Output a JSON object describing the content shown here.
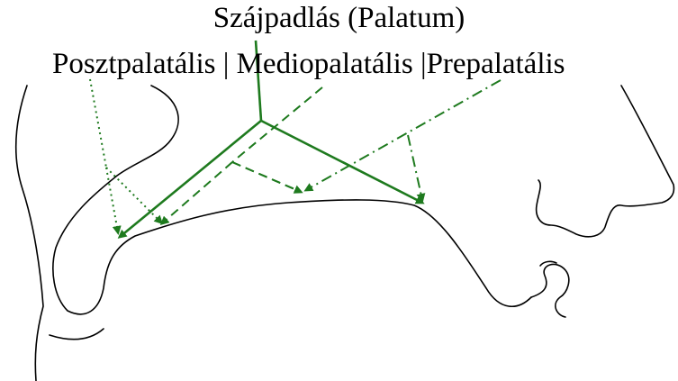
{
  "diagram": {
    "title": "Szájpadlás (Palatum)",
    "regions": [
      {
        "label": "Posztpalatális",
        "line_style": "dotted"
      },
      {
        "label": "Mediopalatális",
        "line_style": "dashed"
      },
      {
        "label": "Prepalatális",
        "line_style": "dash-dot"
      }
    ],
    "separators": [
      "|",
      "|"
    ],
    "colors": {
      "outline": "#000000",
      "pointer": "#1e7a1e",
      "text": "#000000"
    }
  }
}
